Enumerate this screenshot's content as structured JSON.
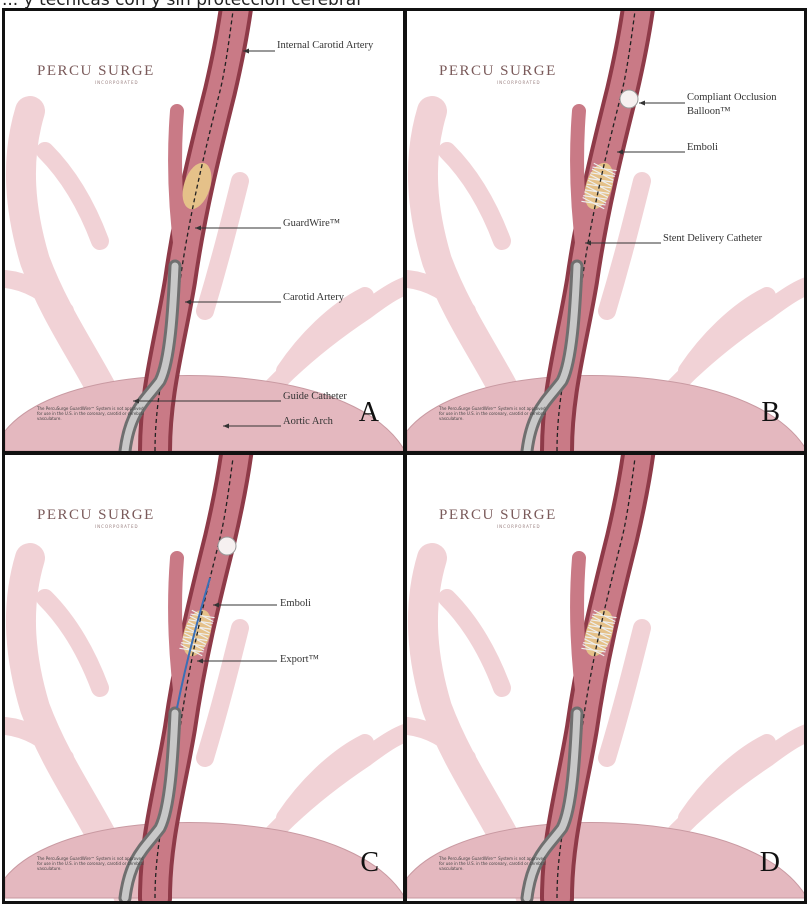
{
  "caption": "... y técnicas con y sin protección cerebral",
  "logo": {
    "text": "PERCU SURGE",
    "sub": "INCORPORATED"
  },
  "fine_print": "The PercuSurge GuardWire™ System is not approved for use in the U.S. in the coronary, carotid or cerebral vasculature.",
  "panels": [
    {
      "letter": "A",
      "labels": [
        "Internal Carotid Artery",
        "GuardWire™",
        "Carotid Artery",
        "Guide Catheter",
        "Aortic Arch"
      ]
    },
    {
      "letter": "B",
      "labels": [
        "Compliant Occlusion",
        "Balloon™",
        "Emboli",
        "Stent Delivery Catheter"
      ]
    },
    {
      "letter": "C",
      "labels": [
        "Emboli",
        "Export™"
      ]
    },
    {
      "letter": "D",
      "labels": []
    }
  ],
  "colors": {
    "artery": "#c97a86",
    "artery_dark": "#8e3a48",
    "vessel_light": "#f1d2d6",
    "catheter": "#9a9a9a",
    "plaque": "#e8c98a"
  }
}
